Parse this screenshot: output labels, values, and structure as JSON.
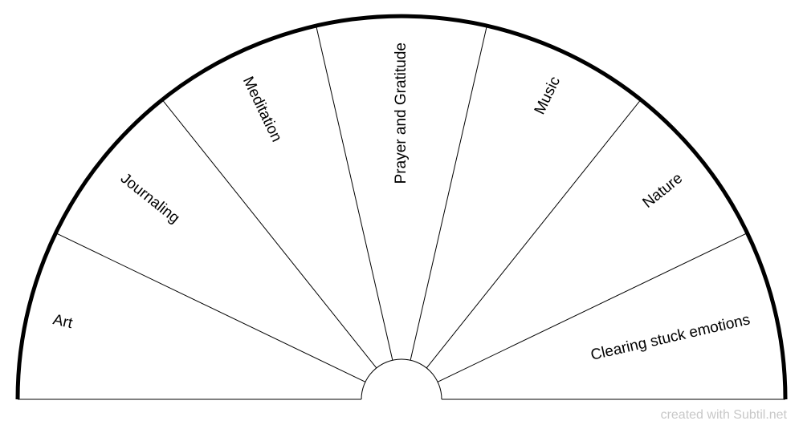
{
  "chart": {
    "sectors": [
      "Art",
      "Journaling",
      "Meditation",
      "Prayer and Gratitude",
      "Music",
      "Nature",
      "Clearing stuck emotions"
    ],
    "colors": {
      "outline": "#000000",
      "fill": "#ffffff"
    }
  },
  "footer": {
    "credit": "created with Subtil.net"
  },
  "colors": {
    "credit": "#c8c8c8"
  }
}
